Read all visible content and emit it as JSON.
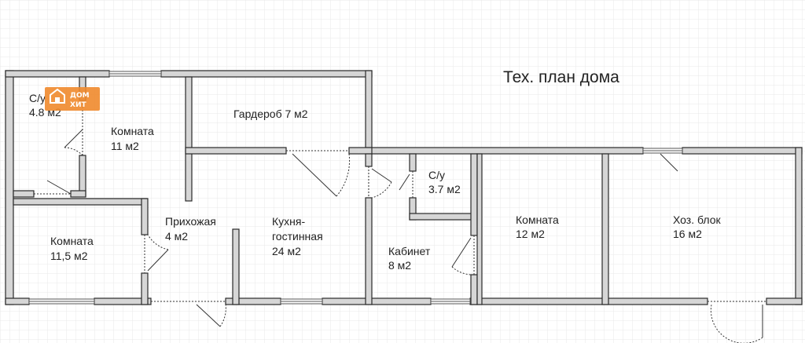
{
  "title": "Тех. план дома",
  "logo": {
    "line1": "ДОМ",
    "line2": "ХИТ",
    "icon": "house-icon",
    "color": "#f08a2c"
  },
  "colors": {
    "wall_fill": "#d6d6d6",
    "wall_stroke": "#2a2a2a",
    "grid": "#e6e6e6"
  },
  "rooms": [
    {
      "id": "bath-1",
      "name": "С/у",
      "area": "4.8 м2"
    },
    {
      "id": "room-1",
      "name": "Комната",
      "area": "11 м2"
    },
    {
      "id": "wardrobe",
      "name": "Гардероб 7 м2",
      "area": ""
    },
    {
      "id": "room-2",
      "name": "Комната",
      "area": "11,5 м2"
    },
    {
      "id": "hall",
      "name": "Прихожая",
      "area": "4 м2"
    },
    {
      "id": "kitchen",
      "name": "Кухня-",
      "name2": "гостинная",
      "area": "24 м2"
    },
    {
      "id": "bath-2",
      "name": "С/у",
      "area": "3.7 м2"
    },
    {
      "id": "office",
      "name": "Кабинет",
      "area": "8 м2"
    },
    {
      "id": "room-3",
      "name": "Комната",
      "area": "12 м2"
    },
    {
      "id": "utility",
      "name": "Хоз. блок",
      "area": "16 м2"
    }
  ]
}
